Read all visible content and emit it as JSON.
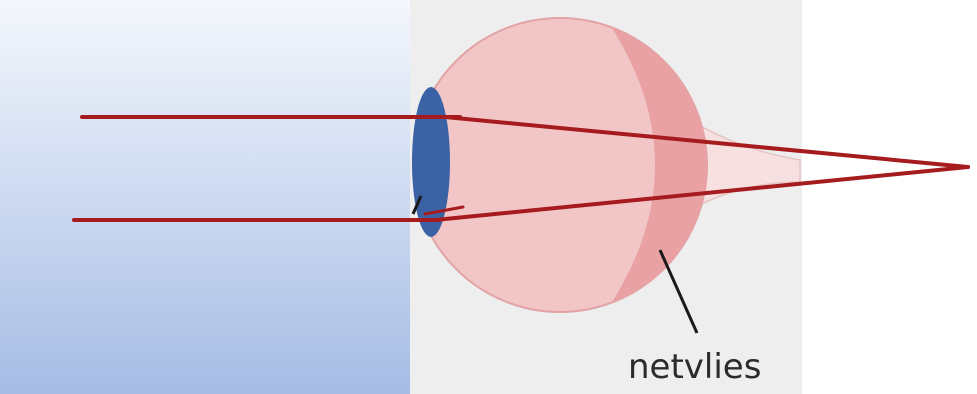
{
  "labels": {
    "retina": "netvlies"
  },
  "colors": {
    "background_gradient_top": "#f4f7fc",
    "background_gradient_bottom": "#a6bce5",
    "eye_panel": "#eeeeee",
    "eyeball_fill": "#f2c6c7",
    "eyeball_stroke": "#e2a3a5",
    "retina_band": "#e9a1a4",
    "optic_nerve": "#f7e0e0",
    "lens": "#3c62a6",
    "light_rays": "#a61c1e",
    "leader_line": "#1a1a1a",
    "label_text": "#2b2b2b"
  },
  "icons": {
    "lens": "lens-ellipse",
    "eyeball": "eyeball-circle"
  }
}
